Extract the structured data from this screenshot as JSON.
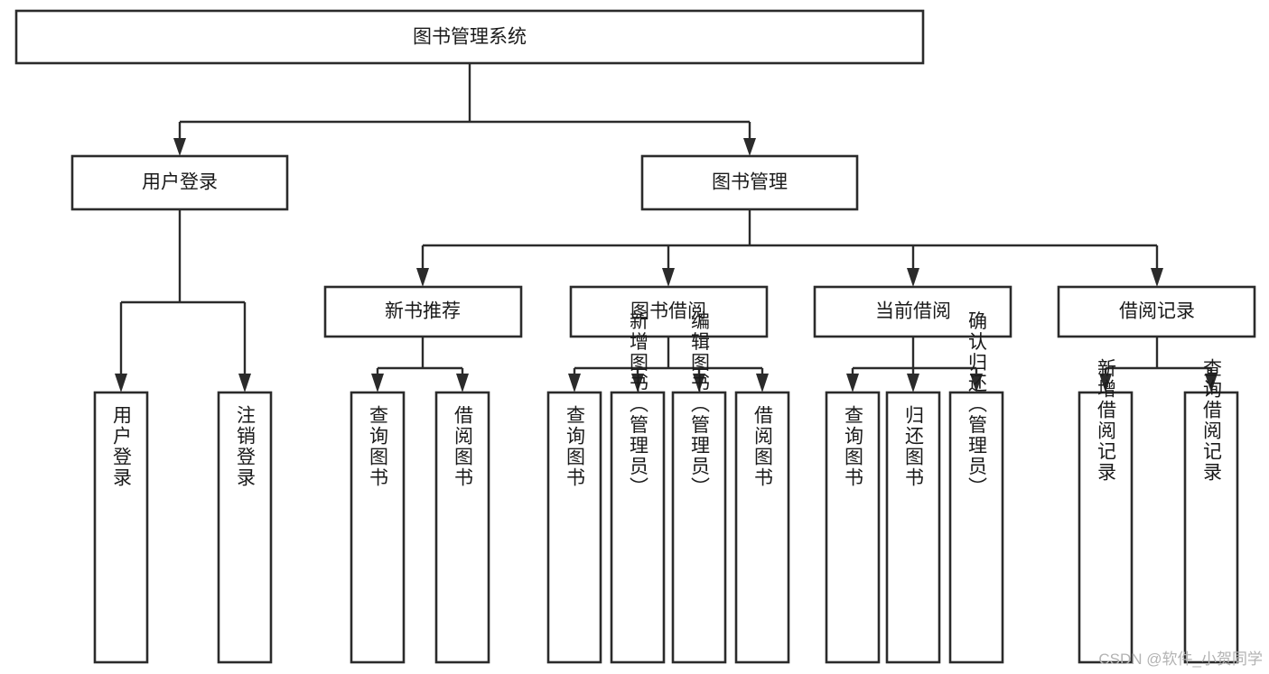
{
  "diagram": {
    "title": "图书管理系统",
    "orientation": "top-down-tree",
    "levels": 4,
    "root": {
      "id": "root",
      "label": "图书管理系统",
      "label_orientation": "horizontal"
    },
    "level2": [
      {
        "id": "user-login",
        "label": "用户登录",
        "label_orientation": "horizontal"
      },
      {
        "id": "book-manage",
        "label": "图书管理",
        "label_orientation": "horizontal"
      }
    ],
    "level3": [
      {
        "id": "new-book-recommend",
        "label": "新书推荐",
        "label_orientation": "horizontal",
        "parent": "book-manage"
      },
      {
        "id": "book-borrow",
        "label": "图书借阅",
        "label_orientation": "horizontal",
        "parent": "book-manage"
      },
      {
        "id": "current-borrow",
        "label": "当前借阅",
        "label_orientation": "horizontal",
        "parent": "book-manage"
      },
      {
        "id": "borrow-record",
        "label": "借阅记录",
        "label_orientation": "horizontal",
        "parent": "book-manage"
      }
    ],
    "leaves": {
      "user_login": [
        {
          "id": "leaf-user-login",
          "label": "用户登录",
          "label_orientation": "vertical"
        },
        {
          "id": "leaf-logout",
          "label": "注销登录",
          "label_orientation": "vertical"
        }
      ],
      "new_book_recommend": [
        {
          "id": "leaf-query-book-1",
          "label": "查询图书",
          "label_orientation": "vertical"
        },
        {
          "id": "leaf-borrow-book-1",
          "label": "借阅图书",
          "label_orientation": "vertical"
        }
      ],
      "book_borrow": [
        {
          "id": "leaf-query-book-2",
          "label": "查询图书",
          "label_orientation": "vertical"
        },
        {
          "id": "leaf-add-book",
          "label": "新增图书（管理员）",
          "label_orientation": "vertical"
        },
        {
          "id": "leaf-edit-book",
          "label": "编辑图书（管理员）",
          "label_orientation": "vertical"
        },
        {
          "id": "leaf-borrow-book-2",
          "label": "借阅图书",
          "label_orientation": "vertical"
        }
      ],
      "current_borrow": [
        {
          "id": "leaf-query-book-3",
          "label": "查询图书",
          "label_orientation": "vertical"
        },
        {
          "id": "leaf-return-book",
          "label": "归还图书",
          "label_orientation": "vertical"
        },
        {
          "id": "leaf-confirm-return",
          "label": "确认归还（管理员）",
          "label_orientation": "vertical"
        }
      ],
      "borrow_record": [
        {
          "id": "leaf-add-record",
          "label": "新增借阅记录",
          "label_orientation": "vertical"
        },
        {
          "id": "leaf-query-record",
          "label": "查询借阅记录",
          "label_orientation": "vertical"
        }
      ]
    }
  },
  "watermark": {
    "text": "CSDN @软件_小贺同学"
  },
  "colors": {
    "background": "#ffffff",
    "stroke": "#2b2b2b",
    "box_fill": "#ffffff",
    "text": "#1a1a1a",
    "watermark": "#b3b3b3"
  }
}
